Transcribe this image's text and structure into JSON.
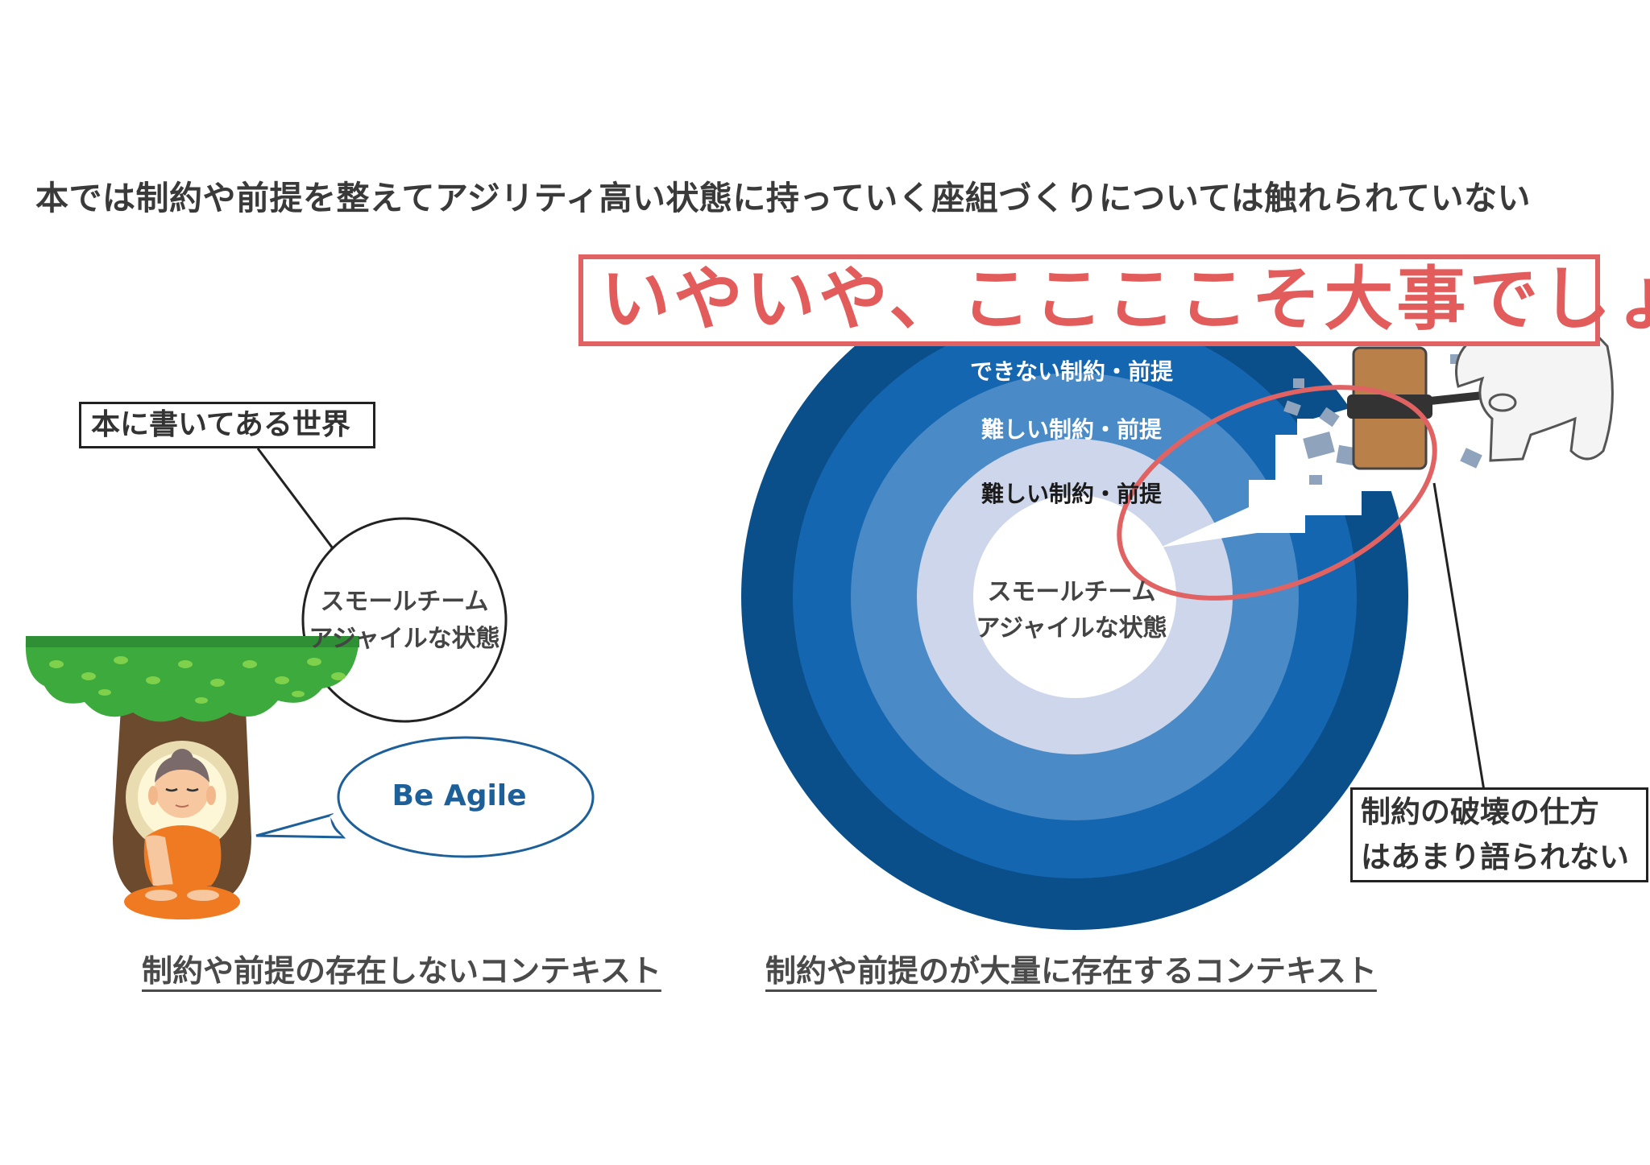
{
  "headline": "本では制約や前提を整えてアジリティ高い状態に持っていく座組づくりについては触れられていない",
  "left_panel": {
    "book_world_label": "本に書いてある世界",
    "thought_bubble_line1": "スモールチーム",
    "thought_bubble_line2": "アジャイルな状態",
    "speech_bubble": "Be Agile",
    "caption": "制約や前提の存在しないコンテキスト"
  },
  "right_panel": {
    "ring_outer": "できない制約・前提",
    "ring_middle": "難しい制約・前提",
    "ring_inner": "難しい制約・前提",
    "core_line1": "スモールチーム",
    "core_line2": "アジャイルな状態",
    "callout": "いやいや、ここここそ大事でしょ",
    "destroy_label_line1": "制約の破壊の仕方",
    "destroy_label_line2": "はあまり語られない",
    "caption": "制約や前提のが大量に存在するコンテキスト"
  },
  "colors": {
    "ring_outer": "#0b4f8a",
    "ring_2": "#1566b0",
    "ring_3": "#4a8bc7",
    "ring_4": "#cdd6ea",
    "core": "#ffffff",
    "accent_red": "#e06262",
    "agile_blue": "#1d5f99",
    "tree_green": "#3caa3c",
    "trunk_brown": "#6b4a2e",
    "robe_orange": "#f07a22"
  }
}
